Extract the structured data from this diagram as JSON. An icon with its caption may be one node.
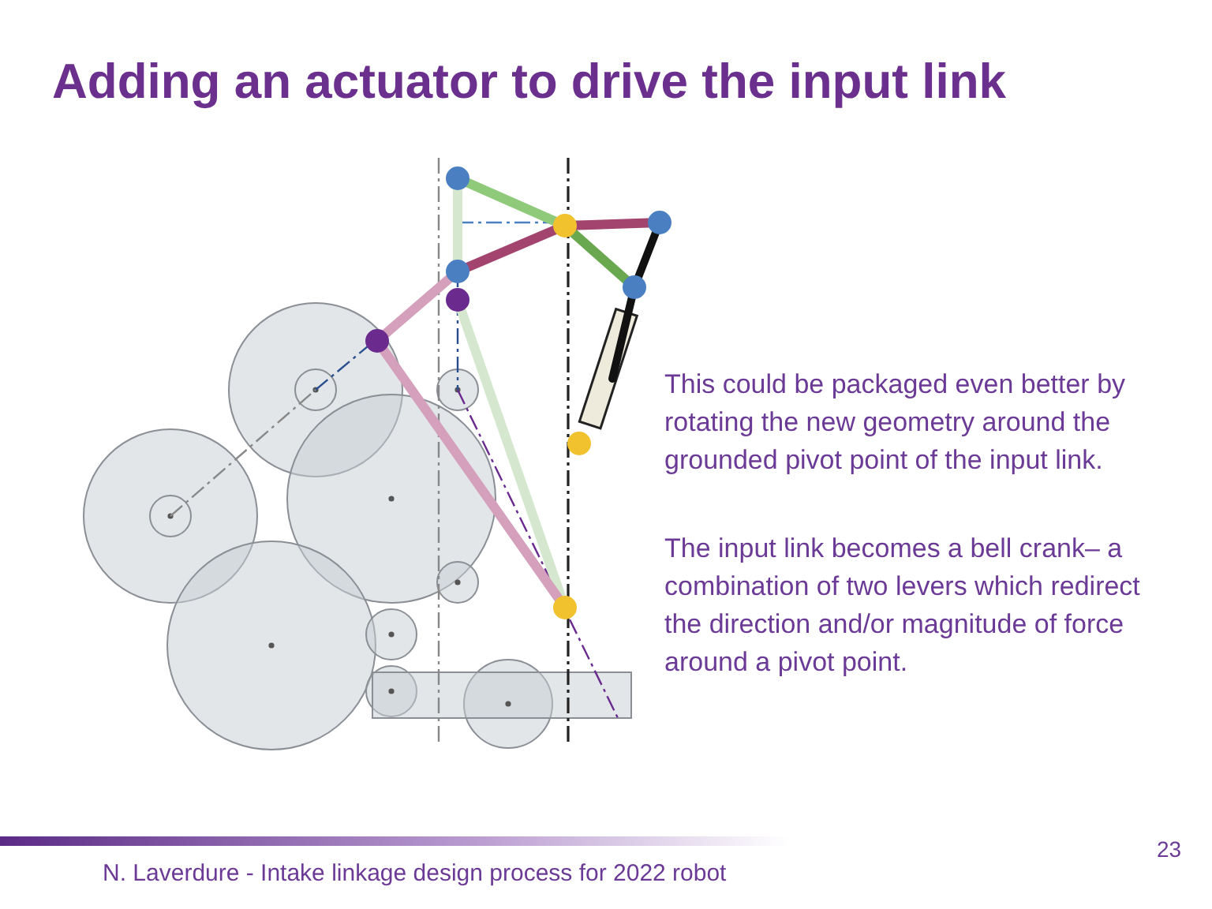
{
  "diagram": {
    "title": "Adding an actuator to drive the input link",
    "labels": [
      "This could be packaged even better by rotating the new geometry around the grounded pivot point of the input link.",
      "The input link becomes a bell crank– a combination of two levers which redirect the direction and/or magnitude of force around a pivot point.",
      "23",
      "N. Laverdure - Intake linkage design process for 2022 robot"
    ]
  }
}
